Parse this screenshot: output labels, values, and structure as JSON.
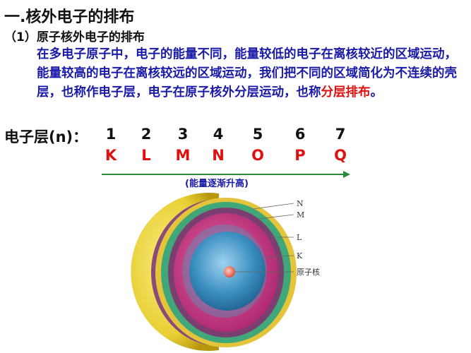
{
  "section_title": "一.核外电子的排布",
  "subsection_title": "（1）原子核外电子的排布",
  "paragraph": {
    "text_before": "在多电子原子中，电子的能量不同，能量较低的电子在离核较近的区域运动，能量较高的电子在离核较远的区域运动，我们把不同的区域简化为不连续的壳层，也称作电子层，电子在原子核外分层运动，也称",
    "highlight": "分层排布",
    "text_after": "。"
  },
  "shells": {
    "label": "电子层(n)：",
    "numbers": [
      "1",
      "2",
      "3",
      "4",
      "5",
      "6",
      "7"
    ],
    "letters": [
      "K",
      "L",
      "M",
      "N",
      "O",
      "P",
      "Q"
    ]
  },
  "energy_caption": "(能量逐渐升高)",
  "diagram": {
    "labels": {
      "N": "N",
      "M": "M",
      "L": "L",
      "K": "K",
      "nucleus": "原子核"
    },
    "colors": {
      "outer": "#e8cf35",
      "n_shell": "#8a4a7a",
      "m_shell": "#40a878",
      "l_shell": "#c8307a",
      "k_shell": "#3a8ec0",
      "nucleus": "#f07060",
      "arrow": "#2a8a3a",
      "text_blue": "#1a1aa8",
      "text_red": "#e01010"
    }
  }
}
